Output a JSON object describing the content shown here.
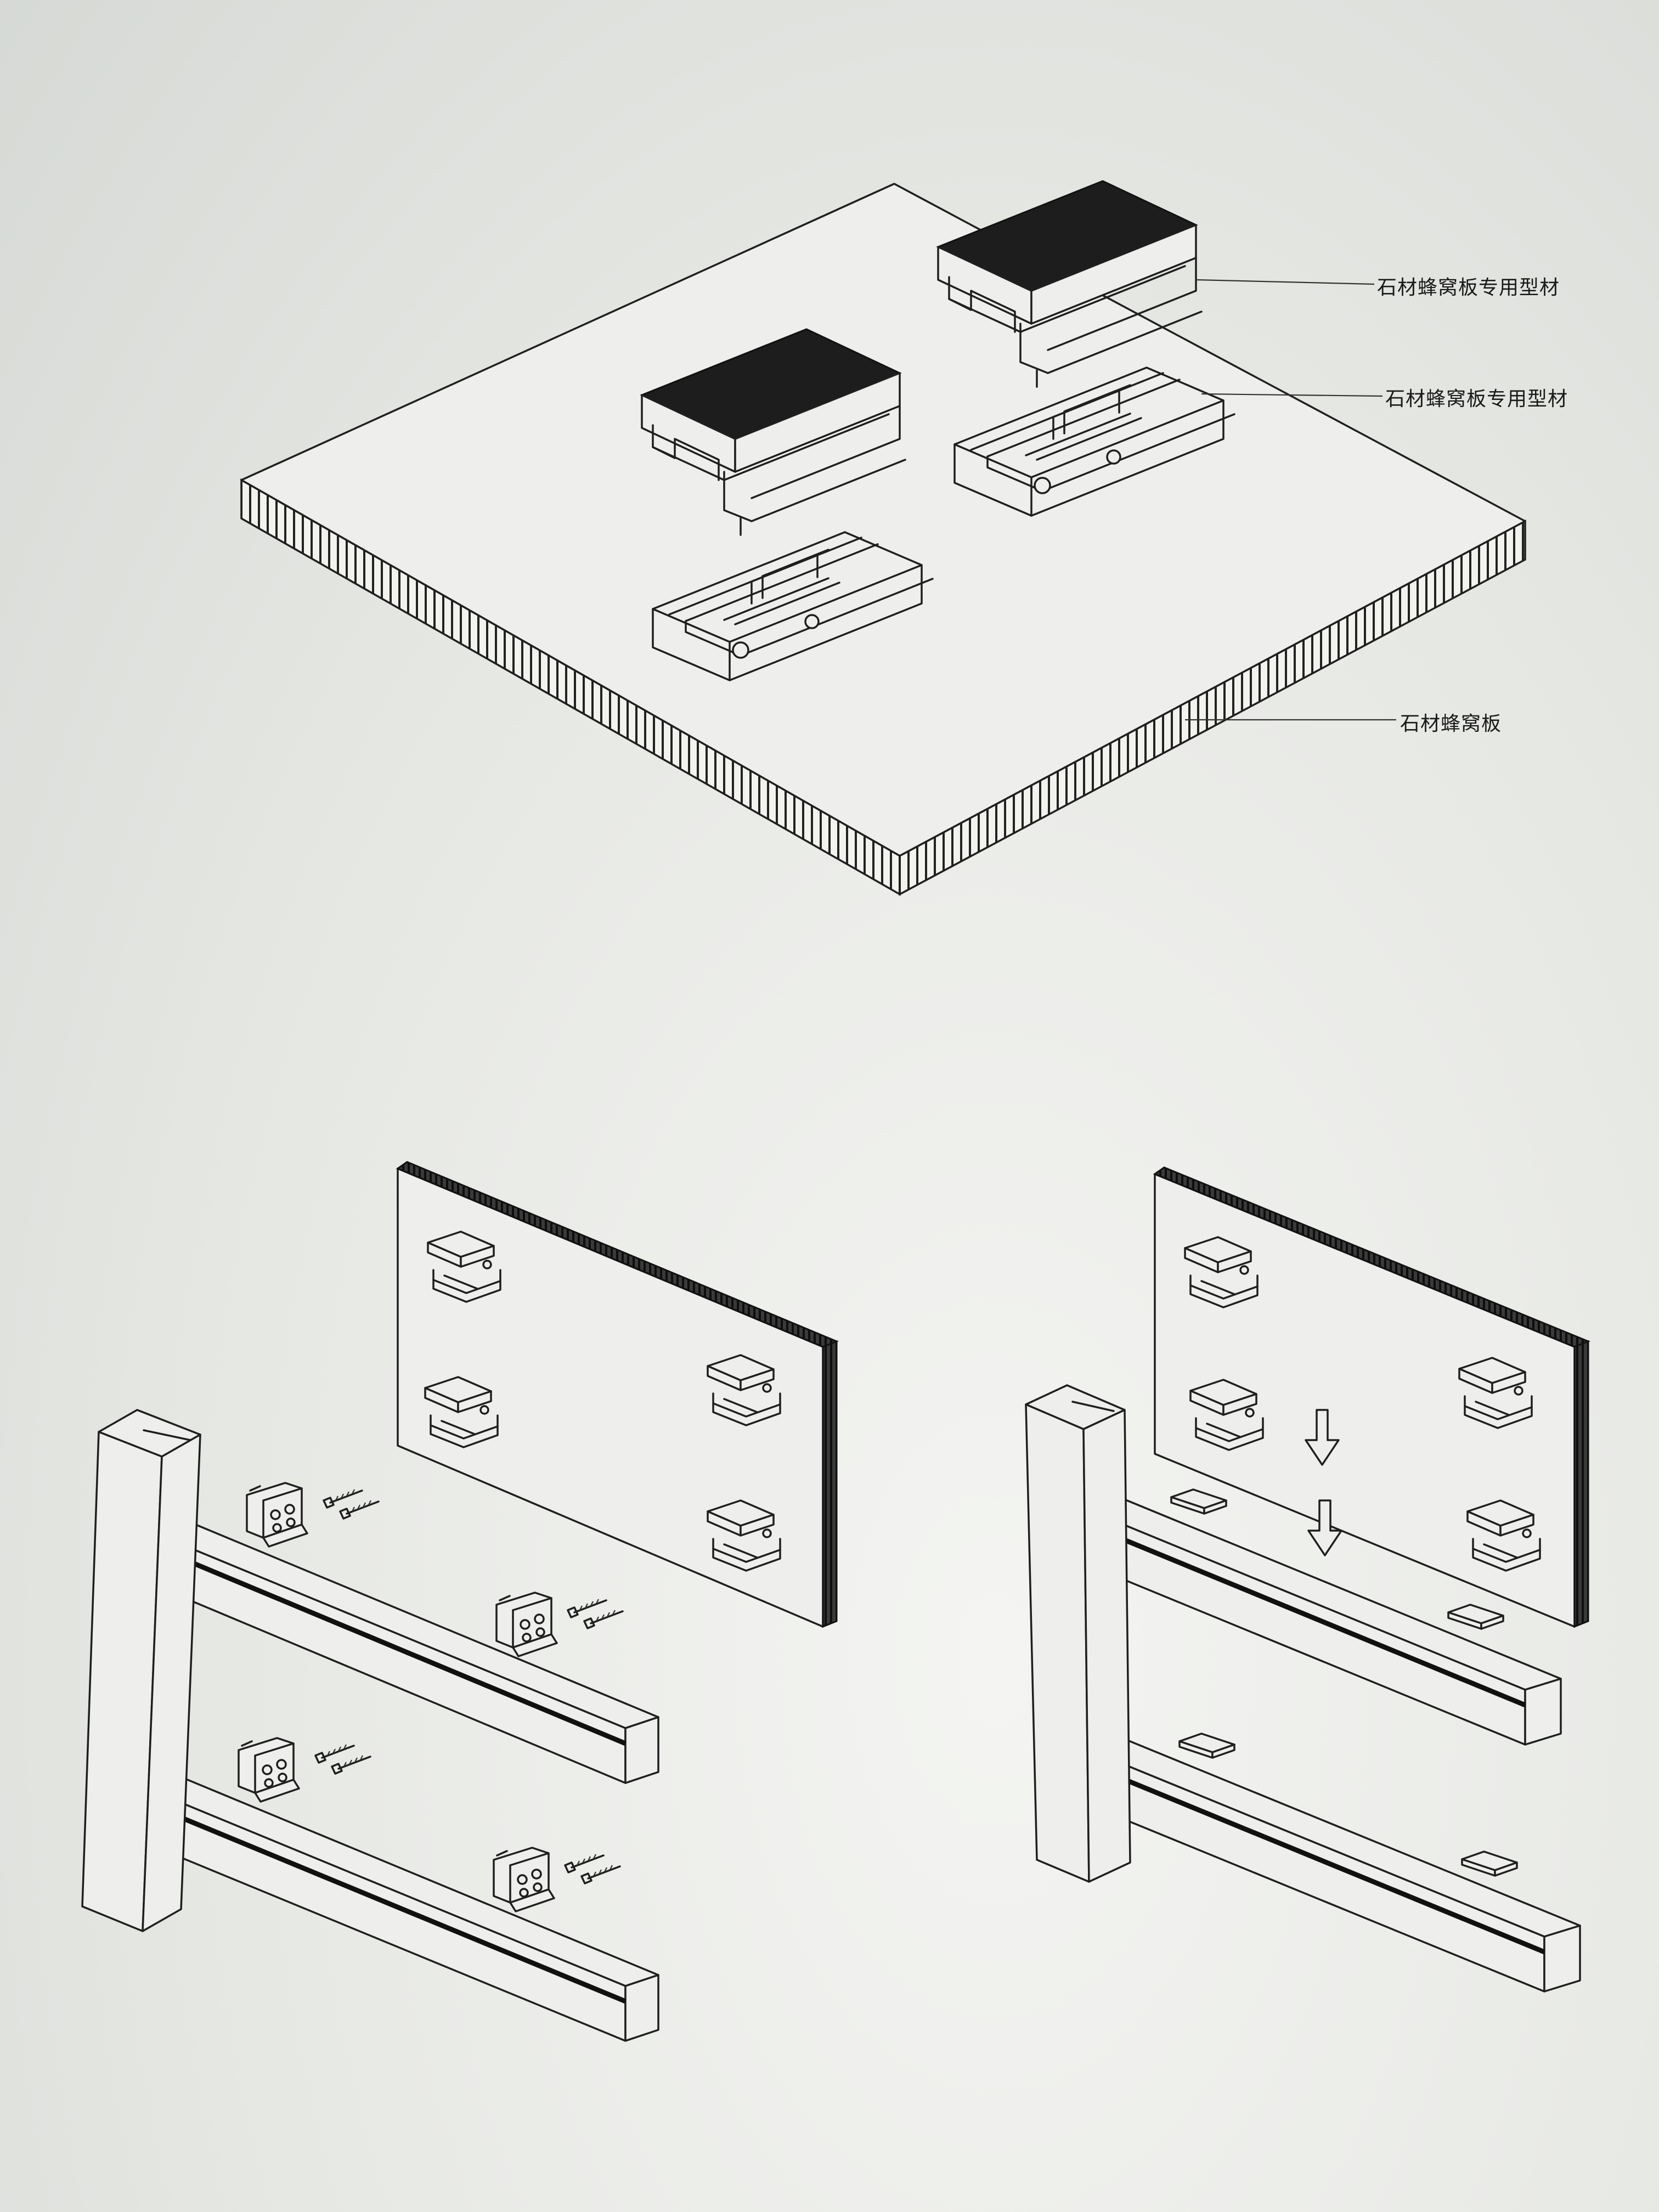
{
  "labels": {
    "profile_top": "石材蜂窝板专用型材",
    "profile_bottom": "石材蜂窝板专用型材",
    "panel": "石材蜂窝板"
  },
  "colors": {
    "line": "#1f1f1f",
    "paper": "#e6e8e4",
    "cap_fill": "#1d1d1d"
  }
}
